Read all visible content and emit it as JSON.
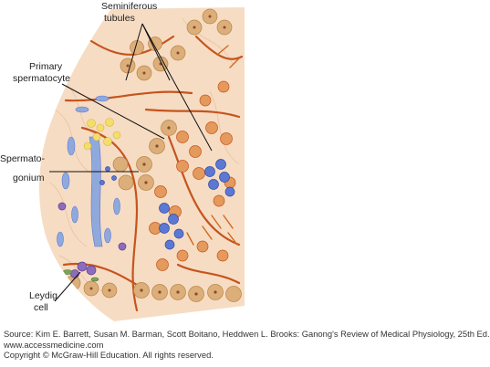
{
  "labels": {
    "seminiferous": [
      "Seminiferous",
      "tubules"
    ],
    "primary": [
      "Primary",
      "spermatocyte"
    ],
    "spermatogonium": [
      "Spermato-",
      "gonium"
    ],
    "leydig": [
      "Leydig",
      "cell"
    ]
  },
  "footer": {
    "source": "Source: Kim E. Barrett, Susan M. Barman, Scott Boitano, Heddwen L. Brooks: Ganong's Review of Medical Physiology, 25th Ed.",
    "website": "www.accessmedicine.com",
    "copyright": "Copyright © McGraw-Hill Education.  All rights reserved."
  },
  "colors": {
    "tissue_background": "#f6dcc3",
    "tubule_wall": "#c6541e",
    "cell_tan": "#dcae7a",
    "cell_orange": "#e39a5c",
    "spermatogonium_blue": "#5d78d2",
    "interstitial_blue": "#8fa9dd",
    "yellow_cells": "#f3de6a",
    "leydig_purple": "#8d6bbd",
    "label_line": "#111111"
  }
}
